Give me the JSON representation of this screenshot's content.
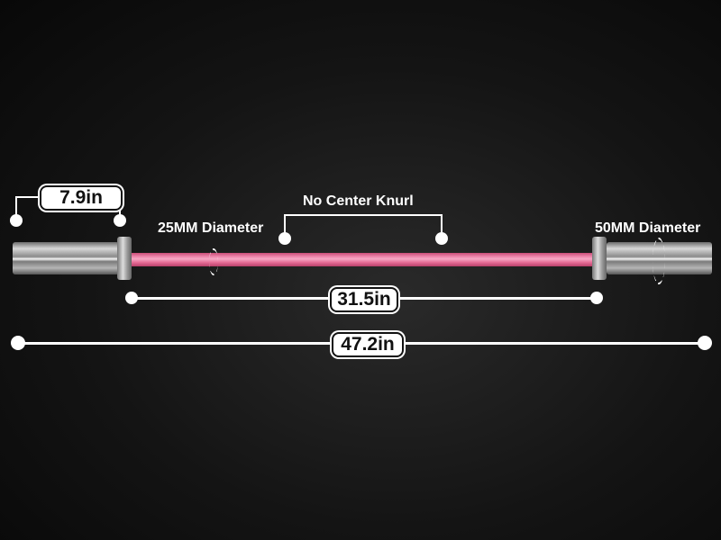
{
  "dimensions": {
    "sleeve_length": "7.9in",
    "shaft_length": "31.5in",
    "total_length": "47.2in"
  },
  "annotations": {
    "shaft_diameter": "25MM Diameter",
    "sleeve_diameter": "50MM Diameter",
    "center": "No Center Knurl"
  },
  "colors": {
    "shaft": "#e8769a",
    "background": "#141414"
  }
}
